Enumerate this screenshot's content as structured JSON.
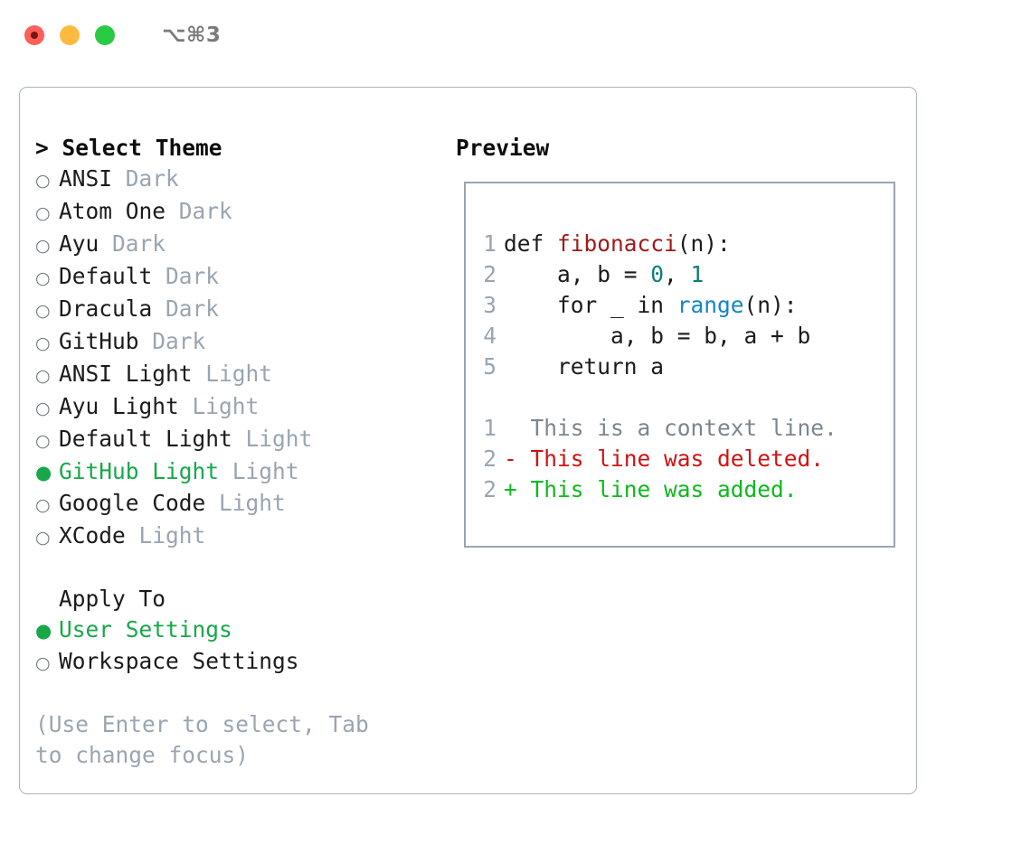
{
  "titlebar": {
    "traffic_lights": [
      "close",
      "minimize",
      "maximize"
    ],
    "shortcut": "⌥⌘3"
  },
  "left": {
    "section_title": "> Select Theme",
    "themes": [
      {
        "marker": "○",
        "name": "ANSI",
        "variant": "Dark",
        "selected": false
      },
      {
        "marker": "○",
        "name": "Atom One",
        "variant": "Dark",
        "selected": false
      },
      {
        "marker": "○",
        "name": "Ayu",
        "variant": "Dark",
        "selected": false
      },
      {
        "marker": "○",
        "name": "Default",
        "variant": "Dark",
        "selected": false
      },
      {
        "marker": "○",
        "name": "Dracula",
        "variant": "Dark",
        "selected": false
      },
      {
        "marker": "○",
        "name": "GitHub",
        "variant": "Dark",
        "selected": false
      },
      {
        "marker": "○",
        "name": "ANSI Light",
        "variant": "Light",
        "selected": false
      },
      {
        "marker": "○",
        "name": "Ayu Light",
        "variant": "Light",
        "selected": false
      },
      {
        "marker": "○",
        "name": "Default Light",
        "variant": "Light",
        "selected": false
      },
      {
        "marker": "●",
        "name": "GitHub Light",
        "variant": "Light",
        "selected": true
      },
      {
        "marker": "○",
        "name": "Google Code",
        "variant": "Light",
        "selected": false
      },
      {
        "marker": "○",
        "name": "XCode",
        "variant": "Light",
        "selected": false
      }
    ],
    "apply_to": {
      "title": "Apply To",
      "options": [
        {
          "marker": "●",
          "label": "User Settings",
          "selected": true
        },
        {
          "marker": "○",
          "label": "Workspace Settings",
          "selected": false
        }
      ]
    },
    "hint": "(Use Enter to select, Tab to change focus)"
  },
  "right": {
    "preview_title": "Preview",
    "code_lines": [
      {
        "no": "1",
        "tokens": [
          {
            "t": "def ",
            "c": "plain"
          },
          {
            "t": "fibonacci",
            "c": "fn"
          },
          {
            "t": "(n):",
            "c": "plain"
          }
        ]
      },
      {
        "no": "2",
        "tokens": [
          {
            "t": "    a, b = ",
            "c": "plain"
          },
          {
            "t": "0",
            "c": "num"
          },
          {
            "t": ", ",
            "c": "plain"
          },
          {
            "t": "1",
            "c": "num"
          }
        ]
      },
      {
        "no": "3",
        "tokens": [
          {
            "t": "    for _ in ",
            "c": "plain"
          },
          {
            "t": "range",
            "c": "builtin"
          },
          {
            "t": "(n):",
            "c": "plain"
          }
        ]
      },
      {
        "no": "4",
        "tokens": [
          {
            "t": "        a, b = b, a + b",
            "c": "plain"
          }
        ]
      },
      {
        "no": "5",
        "tokens": [
          {
            "t": "    return a",
            "c": "plain"
          }
        ]
      }
    ],
    "diff_lines": [
      {
        "no": "1",
        "sign": "  ",
        "text": "This is a context line.",
        "kind": "ctx"
      },
      {
        "no": "2",
        "sign": "- ",
        "text": "This line was deleted.",
        "kind": "del"
      },
      {
        "no": "2",
        "sign": "+ ",
        "text": "This line was added.",
        "kind": "add"
      }
    ]
  },
  "colors": {
    "accent_green": "#18a84a",
    "muted": "#9aa5b1",
    "border": "#aab4c0",
    "code_border": "#9aa5b1",
    "fn_red": "#a01b1b",
    "builtin_blue": "#1485c4",
    "number_teal": "#0d7d7a",
    "diff_delete": "#cf1313",
    "diff_add": "#10b81f",
    "diff_context": "#7c868f",
    "light_red": "#fc6058",
    "light_yellow": "#fcbb40",
    "light_green": "#2aca44"
  }
}
